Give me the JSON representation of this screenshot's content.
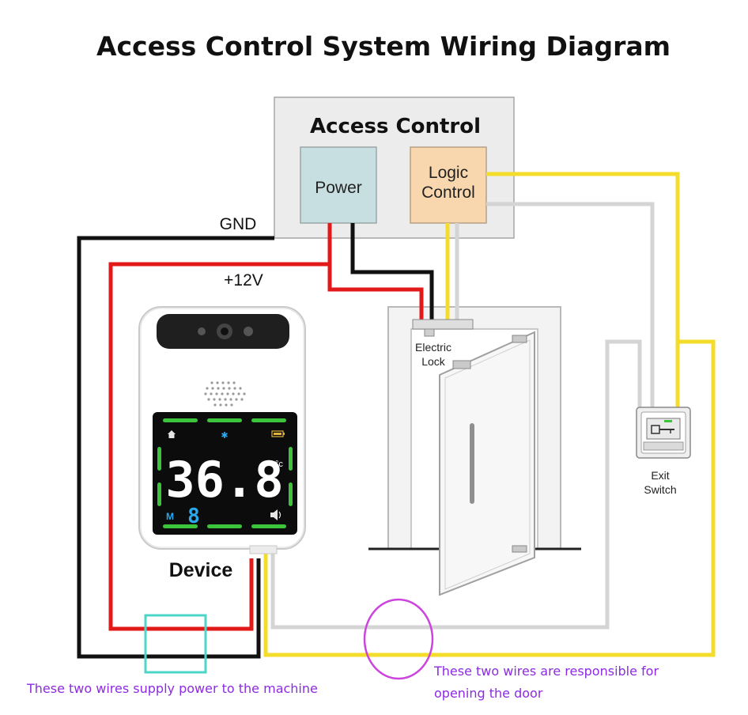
{
  "title": "Access Control System Wiring Diagram",
  "access_control": {
    "heading": "Access Control",
    "power_label": "Power",
    "logic_label_line1": "Logic",
    "logic_label_line2": "Control"
  },
  "labels": {
    "gnd": "GND",
    "plus12v": "+12V",
    "electric_lock_line1": "Electric",
    "electric_lock_line2": "Lock",
    "exit_switch_line1": "Exit",
    "exit_switch_line2": "Switch",
    "device": "Device"
  },
  "display": {
    "temperature": "36.8",
    "unit": "°c",
    "mode": "M",
    "digit": "8"
  },
  "annotations": {
    "power_note": "These two wires supply power to the machine",
    "door_note_line1": "These two wires are responsible for",
    "door_note_line2": "opening the door"
  },
  "colors": {
    "wire_red": "#e11919",
    "wire_black": "#111111",
    "wire_yellow": "#f3dc2a",
    "wire_gray": "#d4d4d4",
    "power_box": "#c7dfe0",
    "logic_box": "#f9d7ae",
    "annotation_text": "#8c2be2",
    "cyan_marker": "#4dd6c8",
    "magenta_marker": "#cc44dd",
    "display_green": "#3cc43c",
    "display_blue": "#29a9ee"
  }
}
